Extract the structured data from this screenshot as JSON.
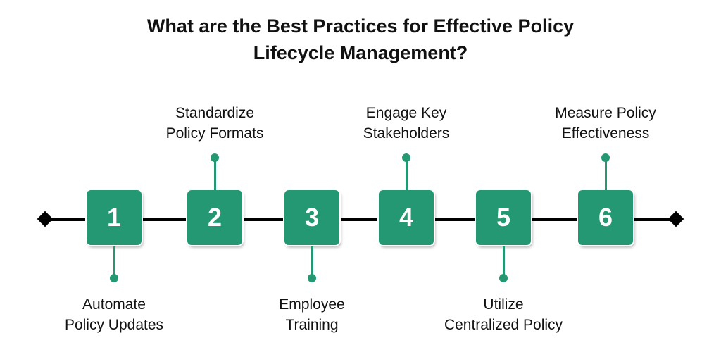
{
  "title": {
    "line1": "What are the Best Practices for Effective Policy",
    "line2": "Lifecycle Management?"
  },
  "colors": {
    "accent": "#239872",
    "axis": "#000000",
    "text": "#111111",
    "background": "#ffffff"
  },
  "steps": [
    {
      "number": "1",
      "position": "below",
      "line1": "Automate",
      "line2": "Policy Updates"
    },
    {
      "number": "2",
      "position": "above",
      "line1": "Standardize",
      "line2": "Policy Formats"
    },
    {
      "number": "3",
      "position": "below",
      "line1": "Employee",
      "line2": "Training"
    },
    {
      "number": "4",
      "position": "above",
      "line1": "Engage Key",
      "line2": "Stakeholders"
    },
    {
      "number": "5",
      "position": "below",
      "line1": "Utilize",
      "line2": "Centralized Policy"
    },
    {
      "number": "6",
      "position": "above",
      "line1": "Measure Policy",
      "line2": "Effectiveness"
    }
  ]
}
